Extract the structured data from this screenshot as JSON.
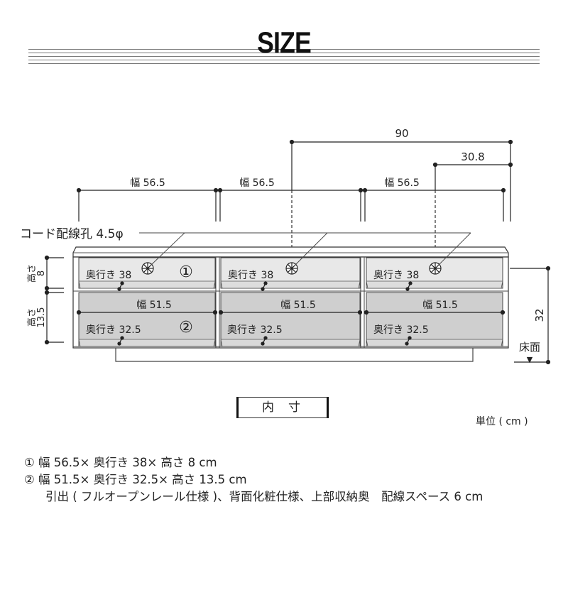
{
  "header": {
    "title": "SIZE"
  },
  "diagram": {
    "overall_width_label": "90",
    "hole_offset_label": "30.8",
    "cord_hole_label": "コード配線孔 4.5φ",
    "upper_compartment_widths": [
      "幅 56.5",
      "幅 56.5",
      "幅 56.5"
    ],
    "upper_depths": [
      "奥行き 38",
      "奥行き 38",
      "奥行き 38"
    ],
    "drawer_widths": [
      "幅 51.5",
      "幅 51.5",
      "幅 51.5"
    ],
    "drawer_depths": [
      "奥行き 32.5",
      "奥行き 32.5",
      "奥行き 32.5"
    ],
    "marker_1": "①",
    "marker_2": "②",
    "height_1_label": "高さ",
    "height_1_value": "8",
    "height_2_label": "高さ",
    "height_2_value": "13.5",
    "floor_height_value": "32",
    "floor_label": "床面",
    "floor_marker": "▼",
    "colors": {
      "upper_fill": "#e8e8e8",
      "drawer_fill": "#cfcfcf",
      "line": "#222222"
    }
  },
  "legend": {
    "box_label": "内寸",
    "unit_label": "単位 ( cm )"
  },
  "specs": {
    "line1": "① 幅 56.5× 奥行き 38× 高さ 8 cm",
    "line2": "② 幅 51.5× 奥行き 32.5× 高さ 13.5 cm",
    "line3": "引出 ( フルオープンレール仕様 )、背面化粧仕様、上部収納奥　配線スペース 6 cm"
  }
}
